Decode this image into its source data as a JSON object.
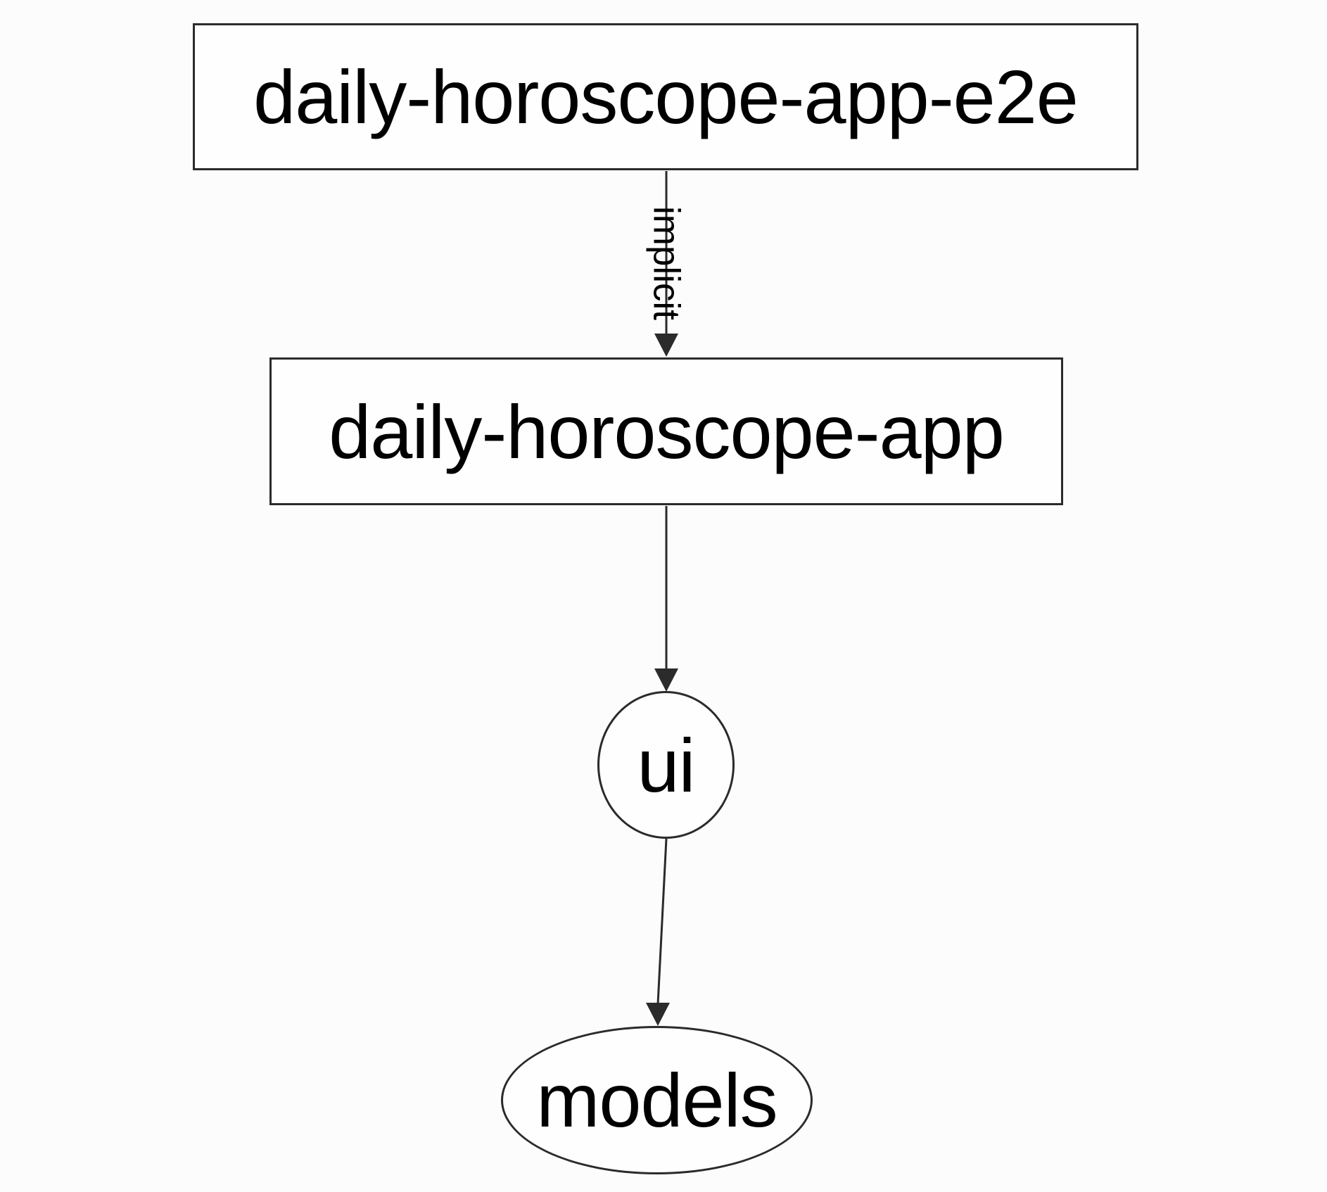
{
  "colors": {
    "background": "#fcfcfc",
    "node_fill": "#fefefe",
    "stroke": "#2b2b2b",
    "text": "#000000"
  },
  "nodes": {
    "e2e": {
      "label": "daily-horoscope-app-e2e",
      "shape": "rectangle"
    },
    "app": {
      "label": "daily-horoscope-app",
      "shape": "rectangle"
    },
    "ui": {
      "label": "ui",
      "shape": "circle"
    },
    "models": {
      "label": "models",
      "shape": "ellipse"
    }
  },
  "edges": {
    "e2e-to-app": {
      "from": "daily-horoscope-app-e2e",
      "to": "daily-horoscope-app",
      "label": "implicit",
      "arrow": "down"
    },
    "app-to-ui": {
      "from": "daily-horoscope-app",
      "to": "ui",
      "label": "",
      "arrow": "down"
    },
    "ui-to-models": {
      "from": "ui",
      "to": "models",
      "label": "",
      "arrow": "down"
    }
  }
}
